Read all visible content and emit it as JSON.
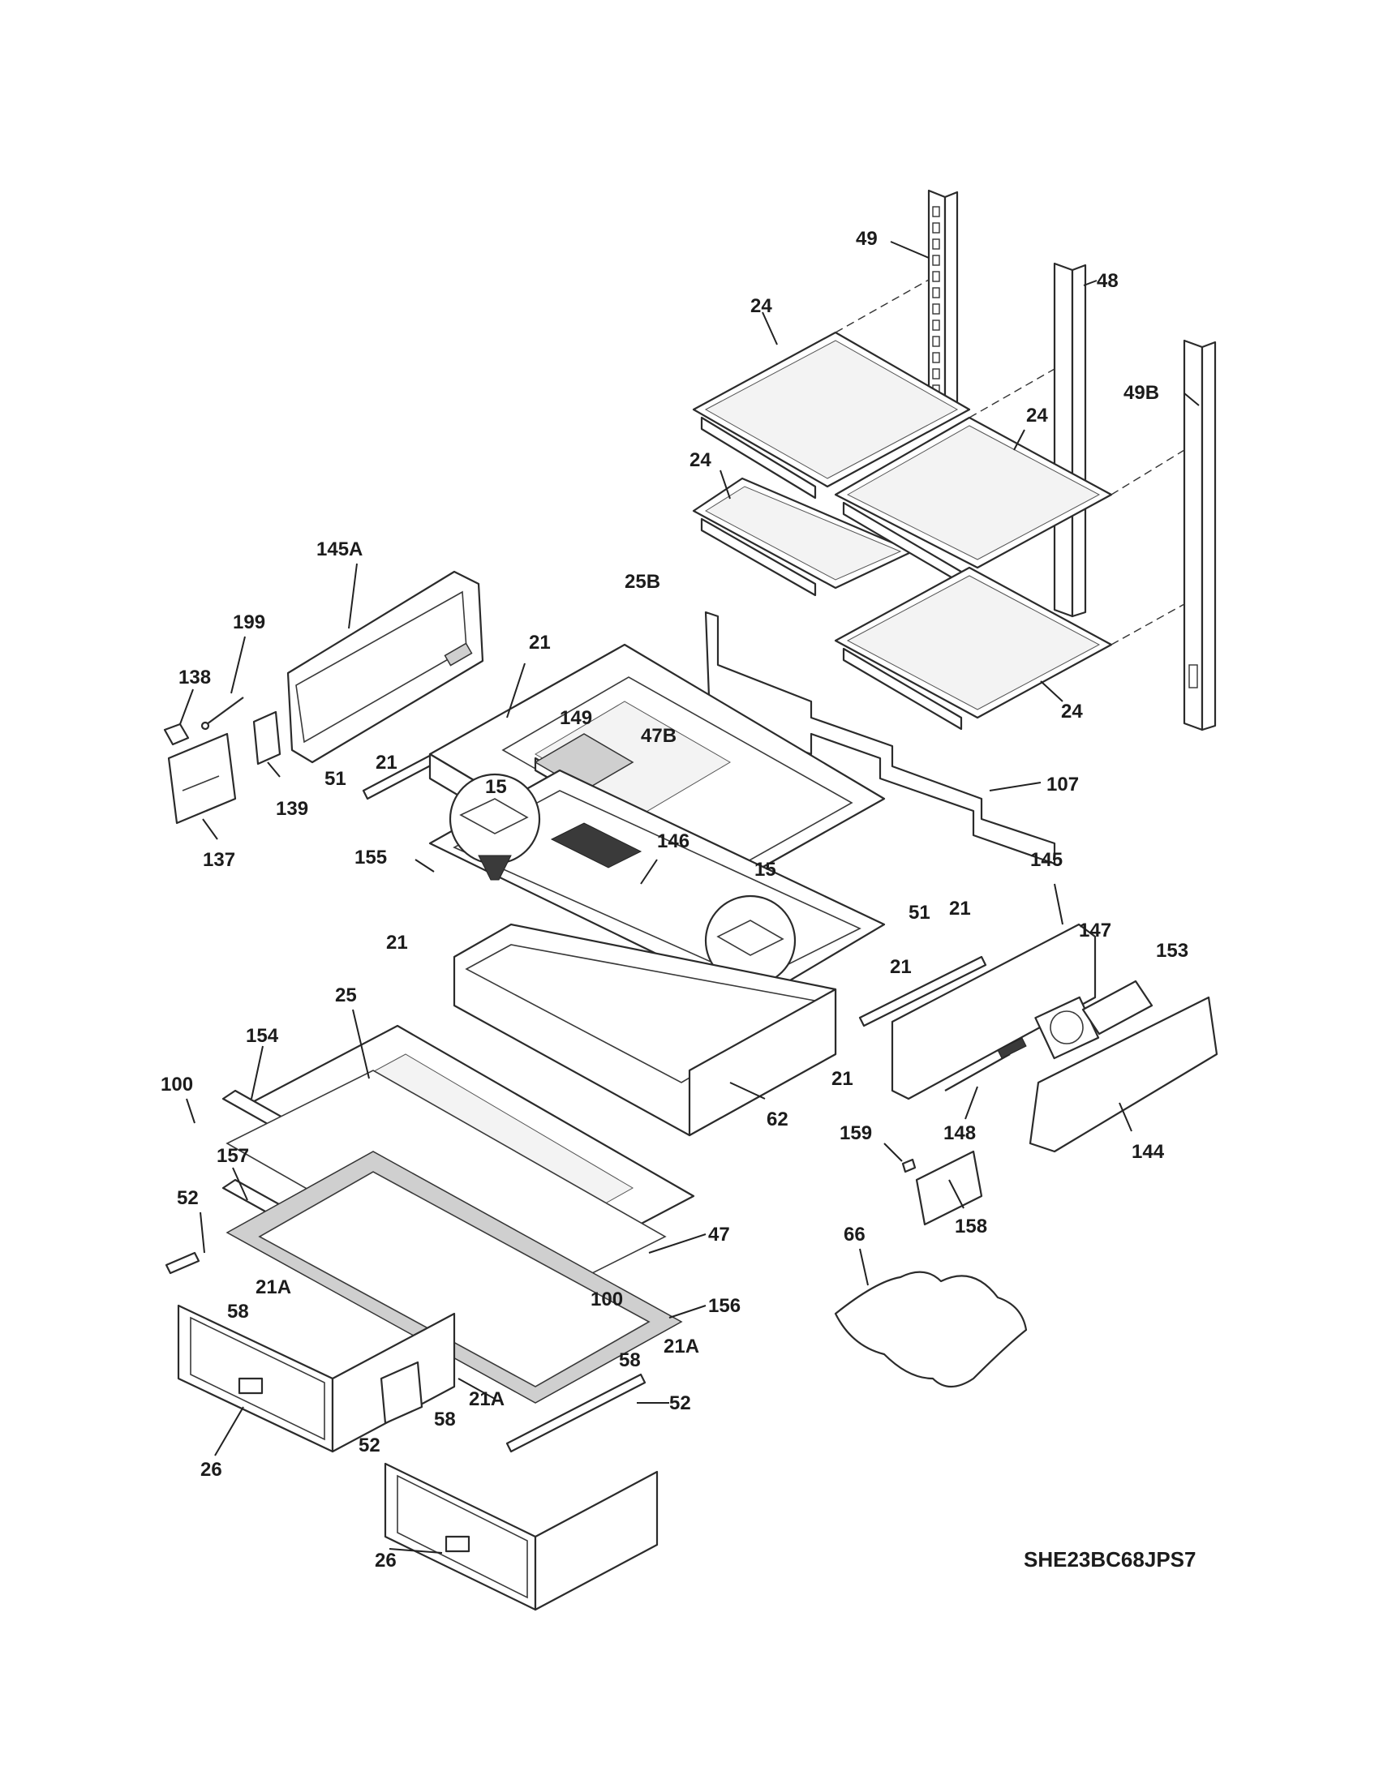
{
  "diagram": {
    "model_number": "SHE23BC68JPS7",
    "callouts": {
      "c49": "49",
      "c48": "48",
      "c49b": "49B",
      "c24a": "24",
      "c24b": "24",
      "c24c": "24",
      "c24d": "24",
      "c145a": "145A",
      "c199": "199",
      "c138": "138",
      "c139": "139",
      "c137": "137",
      "c21a": "21",
      "c21b": "21",
      "c51a": "51",
      "c25b": "25B",
      "c149": "149",
      "c47b": "47B",
      "c107": "107",
      "c15a": "15",
      "c15b": "15",
      "c155": "155",
      "c146": "146",
      "c21c": "21",
      "c21d": "21",
      "c145": "145",
      "c51b": "51",
      "c21e": "21",
      "c147": "147",
      "c153": "153",
      "c21f": "21",
      "c25": "25",
      "c154": "154",
      "c100a": "100",
      "c62": "62",
      "c148": "148",
      "c144": "144",
      "c159": "159",
      "c158": "158",
      "c157": "157",
      "c52a": "52",
      "c47": "47",
      "c66": "66",
      "c21a_1": "21A",
      "c58a": "58",
      "c100b": "100",
      "c156": "156",
      "c58b": "58",
      "c21a_2": "21A",
      "c21a_3": "21A",
      "c58c": "58",
      "c52b": "52",
      "c52c": "52",
      "c26a": "26",
      "c26b": "26"
    }
  }
}
